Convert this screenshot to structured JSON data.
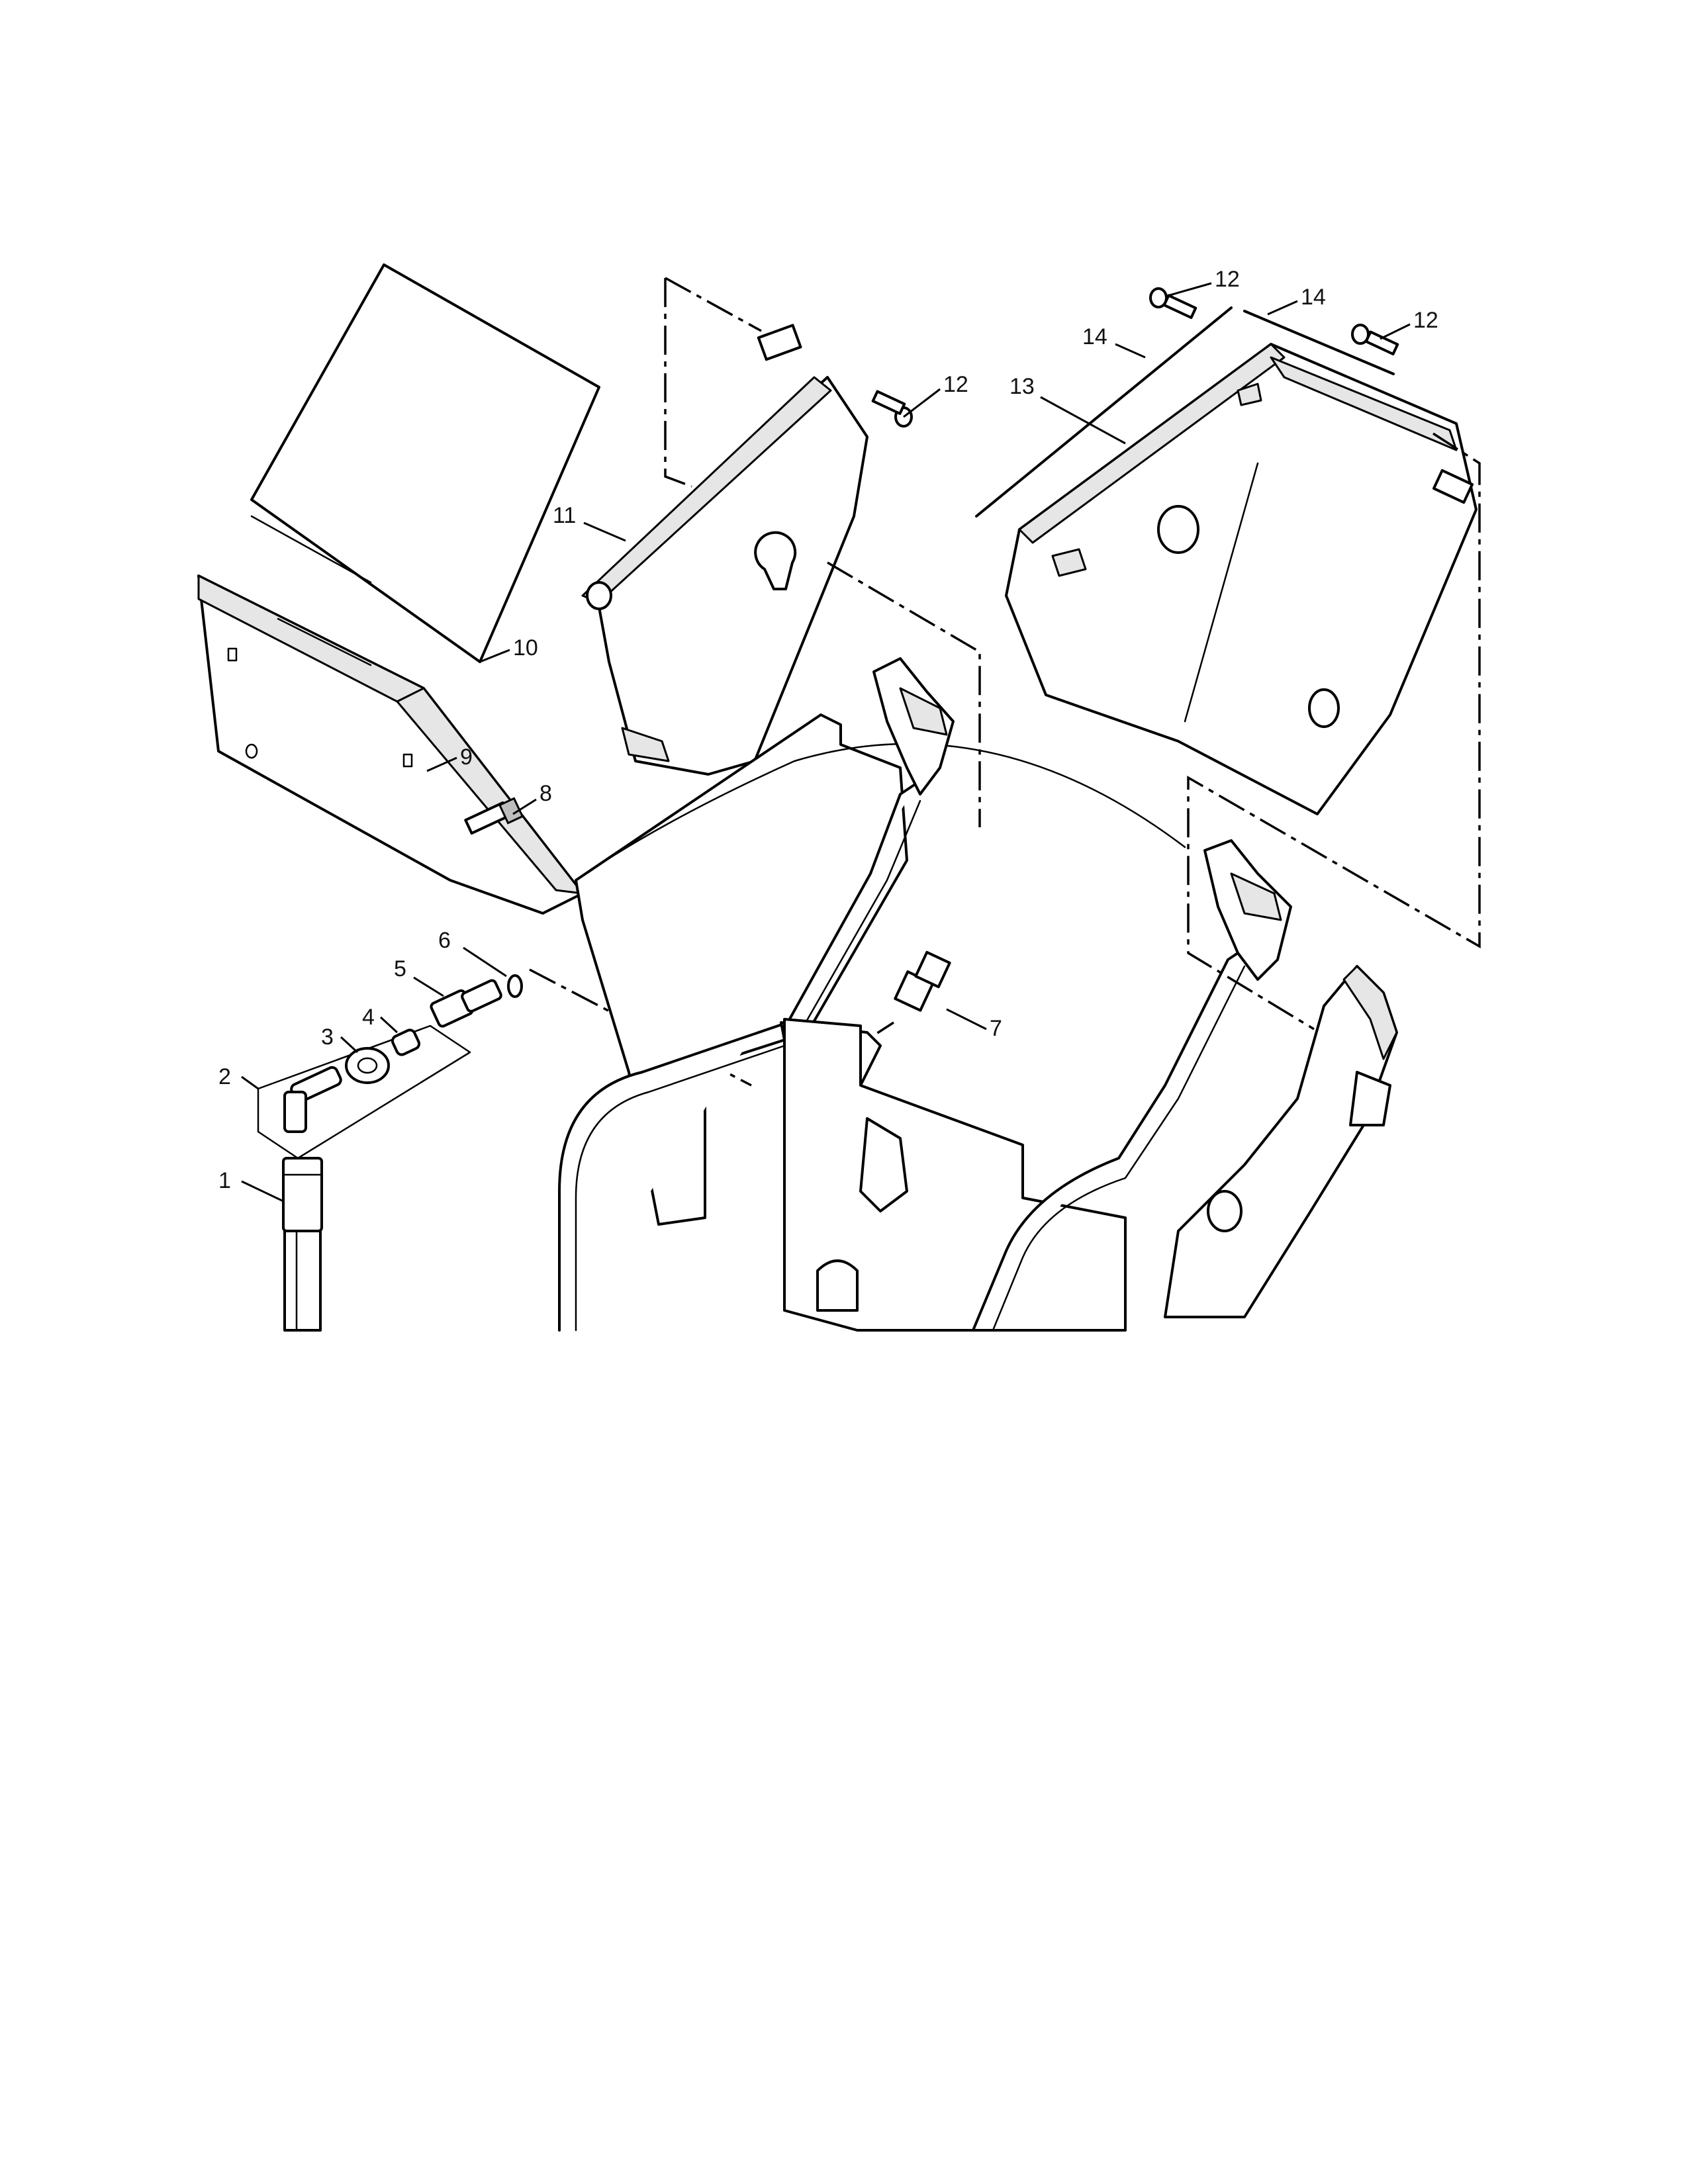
{
  "callouts": [
    {
      "id": "p1",
      "label": "1"
    },
    {
      "id": "p2",
      "label": "2"
    },
    {
      "id": "p3",
      "label": "3"
    },
    {
      "id": "p4",
      "label": "4"
    },
    {
      "id": "p5",
      "label": "5"
    },
    {
      "id": "p6",
      "label": "6"
    },
    {
      "id": "p7",
      "label": "7"
    },
    {
      "id": "p8",
      "label": "8"
    },
    {
      "id": "p9",
      "label": "9"
    },
    {
      "id": "p10",
      "label": "10"
    },
    {
      "id": "p11",
      "label": "11"
    },
    {
      "id": "p12a",
      "label": "12"
    },
    {
      "id": "p12b",
      "label": "12"
    },
    {
      "id": "p12c",
      "label": "12"
    },
    {
      "id": "p13",
      "label": "13"
    },
    {
      "id": "p14a",
      "label": "14"
    },
    {
      "id": "p14b",
      "label": "14"
    }
  ]
}
